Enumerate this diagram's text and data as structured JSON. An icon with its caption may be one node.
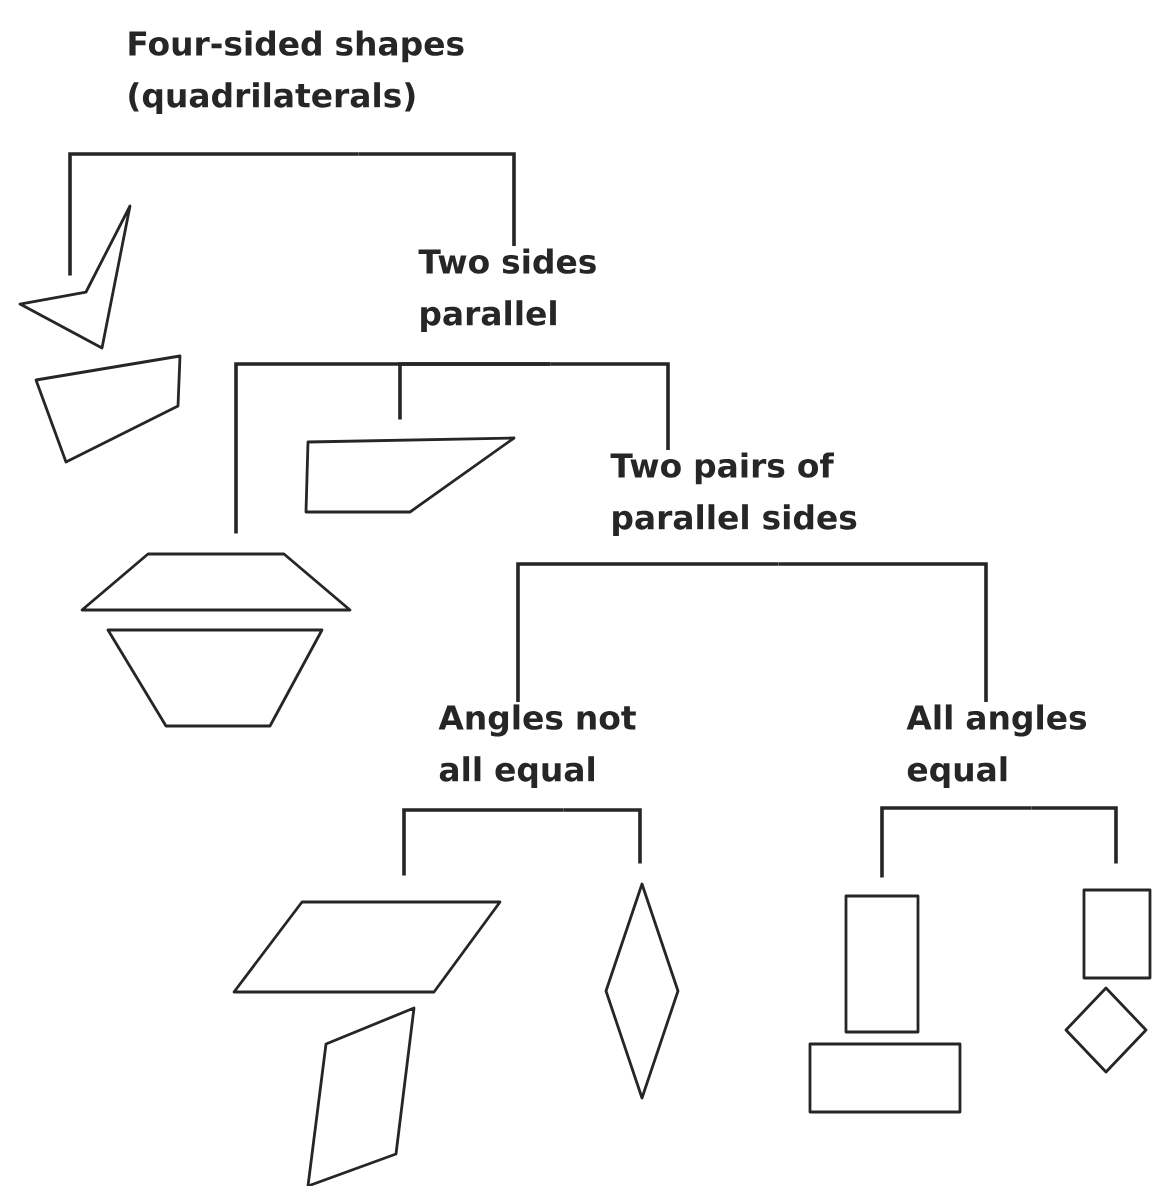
{
  "diagram": {
    "nodes": [
      {
        "text": [
          "Four-sided shapes (quadrilaterals)"
        ]
      },
      {
        "text": [],
        "shape": "picture"
      },
      {
        "text": [],
        "shape": "picture"
      },
      {
        "text": [
          "Two sides parallel"
        ]
      },
      {
        "text": [],
        "shape": "picture"
      },
      {
        "text": [],
        "shape": "picture"
      },
      {
        "text": [],
        "shape": "picture"
      },
      {
        "text": [
          "Two pairs of parallel sides"
        ]
      },
      {
        "text": [
          "Angles not all equal"
        ]
      },
      {
        "text": [
          "All angles equal"
        ]
      },
      {
        "text": [],
        "shape": "picture"
      },
      {
        "text": [],
        "shape": "diamond"
      },
      {
        "text": [],
        "shape": "box"
      },
      {
        "text": [],
        "shape": "box"
      },
      {
        "text": [],
        "shape": "picture"
      },
      {
        "text": [],
        "shape": "box"
      },
      {
        "text": [],
        "shape": "diamond"
      }
    ],
    "edges": [
      {
        "from": 0,
        "to": 1,
        "arrow": "none"
      },
      {
        "from": 0,
        "to": 3,
        "arrow": "none"
      },
      {
        "from": 3,
        "to": 5,
        "arrow": "none"
      },
      {
        "from": 3,
        "to": 4,
        "arrow": "none"
      },
      {
        "from": 3,
        "to": 7,
        "arrow": "none"
      },
      {
        "from": 7,
        "to": 8,
        "arrow": "none"
      },
      {
        "from": 7,
        "to": 9,
        "arrow": "none"
      },
      {
        "from": 8,
        "to": 10,
        "arrow": "none"
      },
      {
        "from": 8,
        "to": 11,
        "arrow": "none"
      },
      {
        "from": 9,
        "to": 12,
        "arrow": "none"
      },
      {
        "from": 9,
        "to": 13,
        "arrow": "none"
      }
    ]
  }
}
